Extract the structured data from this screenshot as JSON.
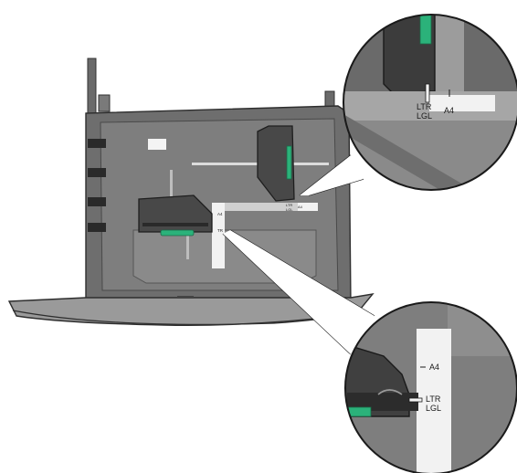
{
  "colors": {
    "tray_dark": "#5a5a5a",
    "tray_mid": "#787878",
    "tray_light": "#9a9a9a",
    "guide_dark": "#3c3c3c",
    "accent_green": "#2bb27a",
    "scale_white": "#f2f2f2"
  },
  "labels": {
    "top_callout": {
      "size_a4": "A4",
      "size_ltr": "LTR",
      "size_lgl": "LGL"
    },
    "bottom_callout": {
      "size_a4": "A4",
      "size_ltr": "LTR",
      "size_lgl": "LGL"
    },
    "tray_width_scale": {
      "size_a4": "A4",
      "size_ltr": "LTR",
      "size_lgl": "LGL"
    },
    "tray_length_scale": {
      "size_a4": "A4",
      "size_ltr": "TR"
    }
  }
}
